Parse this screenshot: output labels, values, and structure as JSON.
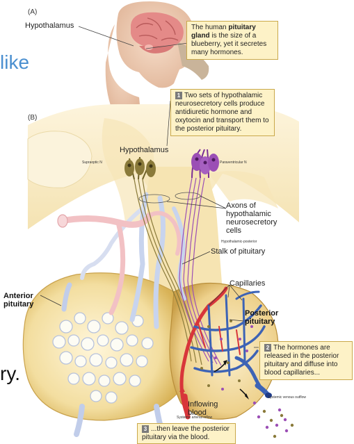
{
  "panel_a": {
    "label": "(A)",
    "hypothalamus_label": "Hypothalamus",
    "callout_pre": "The human ",
    "callout_bold": "pituitary gland",
    "callout_post": " is the size of a blueberry, yet it secretes many hormones."
  },
  "overlay_text": {
    "fragment_top": "like",
    "fragment_bottom": "ry."
  },
  "panel_b": {
    "label": "(B)",
    "step1": {
      "number": "1",
      "text": "Two sets of hypothalamic neurosecretory cells produce antidiuretic hormone and oxytocin and transport them to the posterior pituitary."
    },
    "hypothalamus_label": "Hypothalamus",
    "supraoptic_label": "Supraoptic N",
    "paraventricular_label": "Paraventricular N",
    "axons_label": "Axons of hypothalamic neurosecretory cells",
    "hypothalamic_posterior_label": "Hypothalamic-posterior",
    "stalk_label": "Stalk of pituitary",
    "capillaries_label": "Capillaries",
    "anterior_label": "Anterior pituitary",
    "posterior_label": "Posterior pituitary",
    "step2": {
      "number": "2",
      "text": "The hormones are released in the posterior pituitary and diffuse into blood capillaries..."
    },
    "systemic_venous_label": "Systemic venous outflow",
    "inflowing_label": "Inflowing blood",
    "systemic_arterial_label": "Systemic arterial inflow",
    "step3": {
      "number": "3",
      "text": "...then leave the posterior pituitary via the blood."
    }
  },
  "colors": {
    "callout_fill": "#fdf2c7",
    "callout_border": "#c9a84a",
    "gland_tan": "#e3c27a",
    "artery_red": "#d8353a",
    "vein_blue": "#3d63b5",
    "neuron_olive": "#8a7a3a",
    "neuron_purple": "#9b4fb5",
    "overlay_blue": "#4a8fd0"
  }
}
